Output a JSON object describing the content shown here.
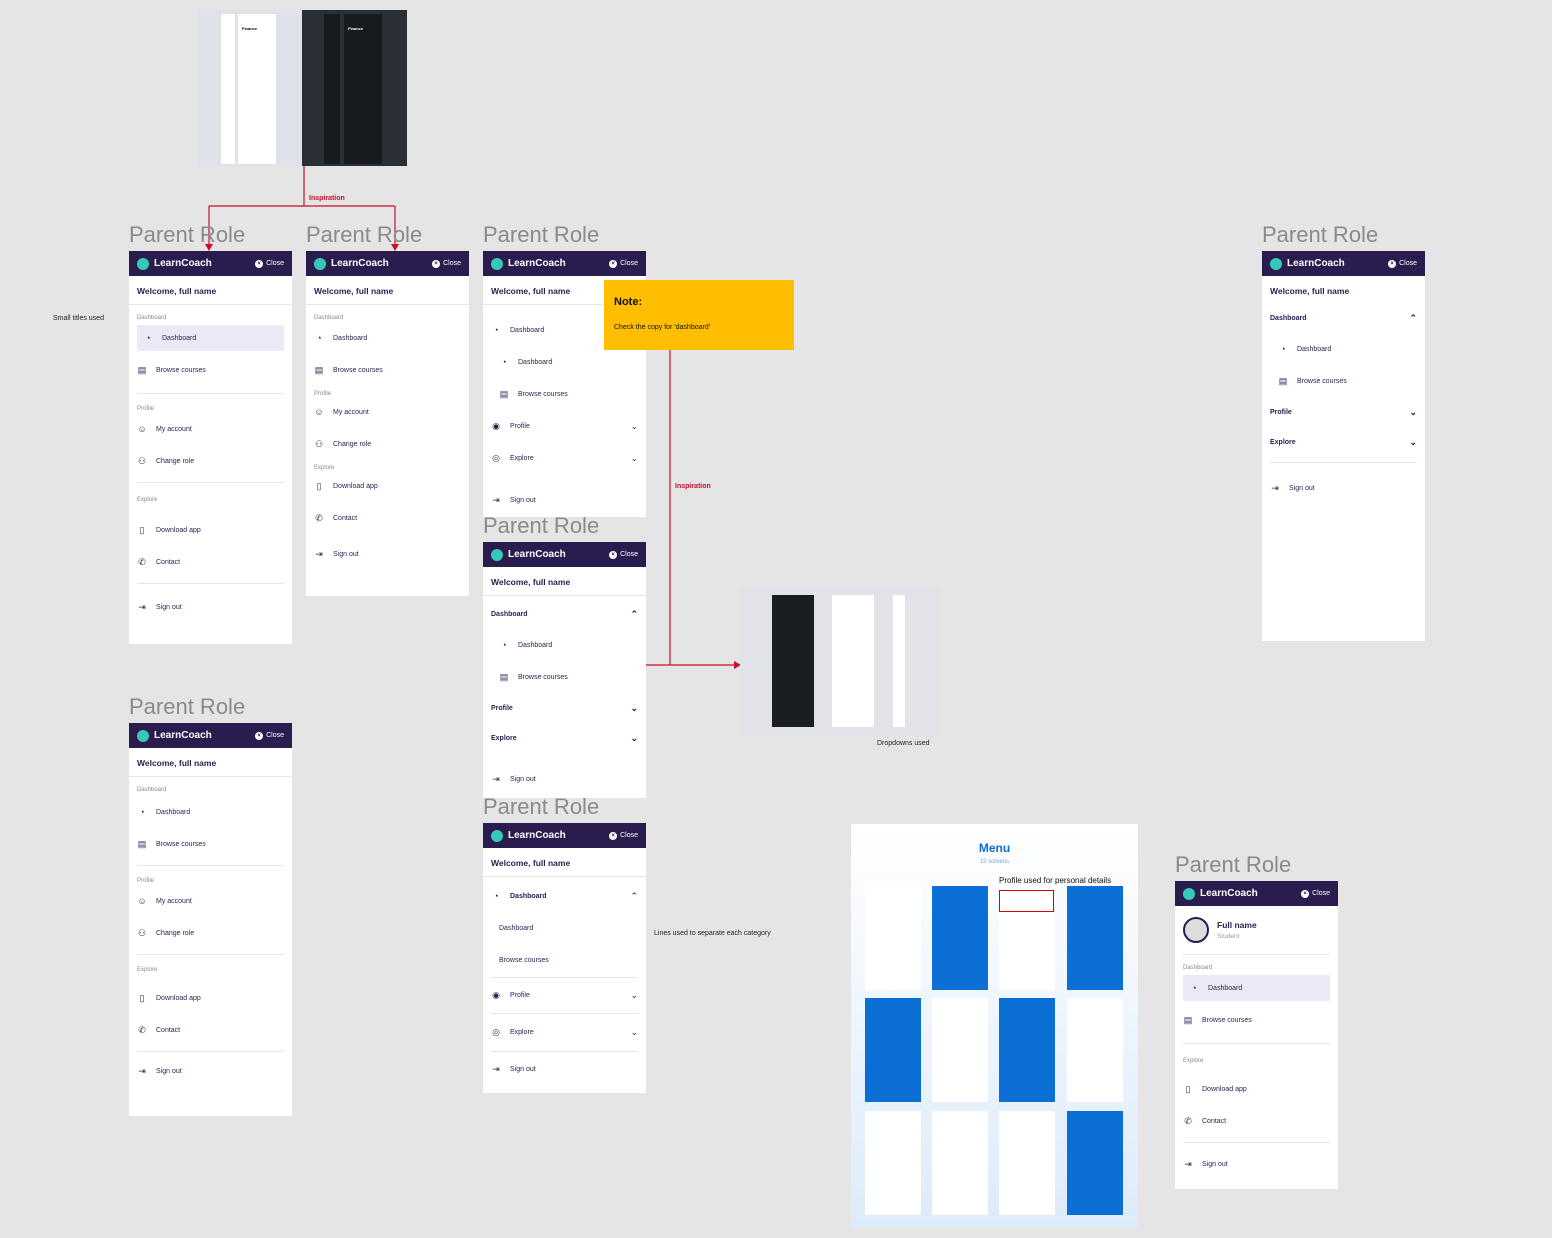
{
  "brand": "LearnCoach",
  "close": "Close",
  "welcome": "Welcome, full name",
  "parent_role": "Parent Role",
  "labels": {
    "inspiration": "Inspiration",
    "small_titles": "Small titles used",
    "dropdowns_used": "Dropdowns used",
    "lines_used": "Lines used to separate each category",
    "profile_personal": "Profile used for personal details"
  },
  "note": {
    "title": "Note:",
    "body": "Check the copy for 'dashboard'"
  },
  "sections": {
    "dashboard": "Dashboard",
    "profile": "Profile",
    "explore": "Explore"
  },
  "items": {
    "dashboard": "Dashboard",
    "browse": "Browse courses",
    "my_account": "My account",
    "change_role": "Change role",
    "download_app": "Download app",
    "contact": "Contact",
    "sign_out": "Sign out"
  },
  "profile": {
    "name": "Full name",
    "role": "Student"
  },
  "menu_ref": {
    "title": "Menu",
    "subtitle": "15 screens"
  },
  "finance_ref": {
    "title": "Finance"
  },
  "colors": {
    "brand_dark": "#2b1c4f",
    "logo_teal": "#35c9b8",
    "active_bg": "#ece8f6",
    "note_yellow": "#ffbf00",
    "arrow_red": "#c8102e",
    "menu_blue": "#0b6fd6"
  }
}
